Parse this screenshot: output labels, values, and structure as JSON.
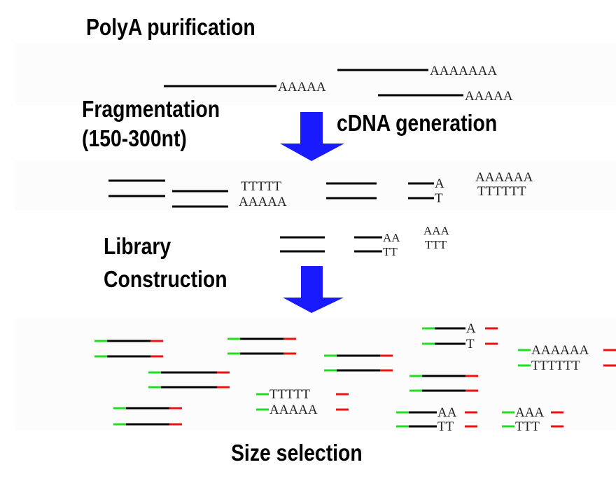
{
  "title": "RNA-seq library preparation workflow",
  "labels": {
    "polya": "PolyA purification",
    "fragmentation": "Fragmentation",
    "fragment_range": "(150-300nt)",
    "cdna": "cDNA generation",
    "library_1": "Library",
    "library_2": "Construction",
    "size_selection": "Size selection"
  },
  "colors": {
    "strand": "#000000",
    "adapter_left": "#22dd22",
    "adapter_right": "#ee1111",
    "arrow": "#1a1aff",
    "text": "#000000"
  },
  "stage1_mrna": [
    {
      "tail": "AAAAA"
    },
    {
      "tail": "AAAAAAA"
    },
    {
      "tail": "AAAAA"
    }
  ],
  "stage2_fragments": {
    "row_a": [
      {
        "type": "duplex"
      },
      {
        "type": "duplex"
      },
      {
        "top": "TTTTT",
        "bottom": "AAAAA"
      },
      {
        "type": "duplex"
      },
      {
        "top": "A",
        "bottom": "T"
      },
      {
        "top": "AAAAAA",
        "bottom": "TTTTTT"
      }
    ],
    "row_b": [
      {
        "type": "duplex"
      },
      {
        "top": "AA",
        "bottom": "TT"
      },
      {
        "top": "AAA",
        "bottom": "TTT"
      }
    ]
  },
  "stage3_library": [
    {
      "top": "",
      "bottom": ""
    },
    {
      "top": "",
      "bottom": ""
    },
    {
      "top": "",
      "bottom": ""
    },
    {
      "top": "",
      "bottom": ""
    },
    {
      "top": "TTTTT",
      "bottom": "AAAAA"
    },
    {
      "top": "",
      "bottom": ""
    },
    {
      "top": "A",
      "bottom": "T"
    },
    {
      "top": "",
      "bottom": ""
    },
    {
      "top": "AA",
      "bottom": "TT"
    },
    {
      "top": "AAA",
      "bottom": "TTT"
    },
    {
      "top": "AAAAAA",
      "bottom": "TTTTTT"
    }
  ]
}
